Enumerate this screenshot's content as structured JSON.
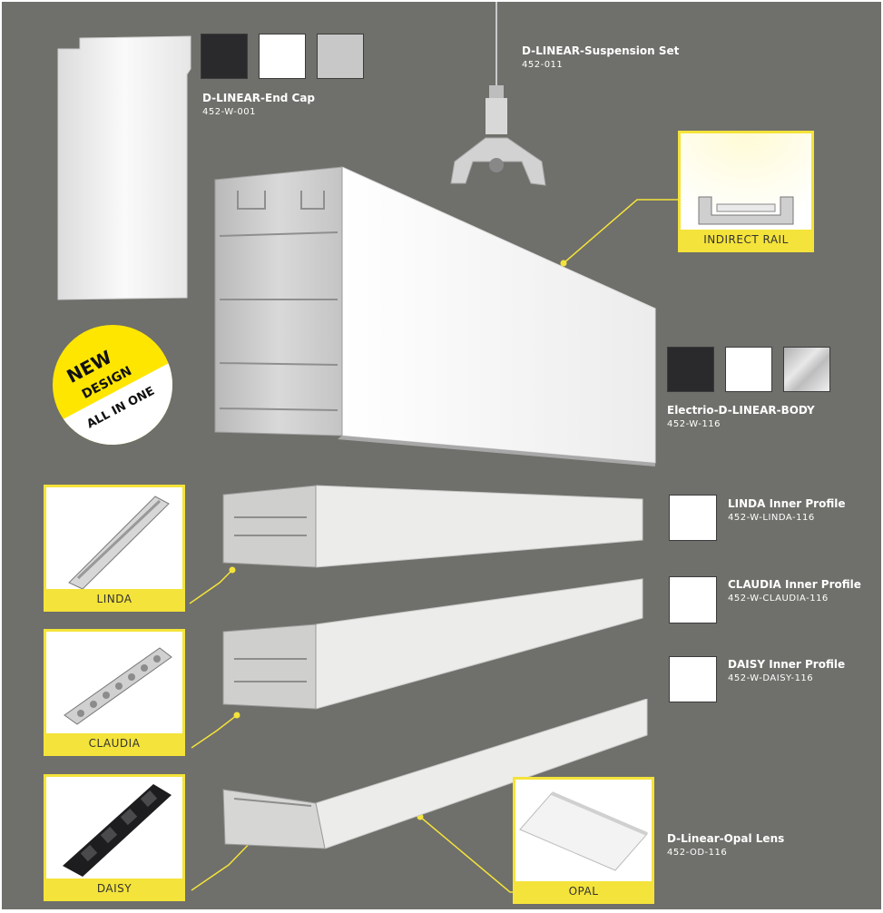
{
  "products": {
    "end_cap": {
      "name": "D-LINEAR-End Cap",
      "code": "452-W-001",
      "swatches": [
        "#2a292c",
        "#ffffff",
        "#c8c8c8"
      ]
    },
    "suspension_set": {
      "name": "D-LINEAR-Suspension Set",
      "code": "452-011"
    },
    "body": {
      "name": "Electrio-D-LINEAR-BODY",
      "code": "452-W-116",
      "swatches": [
        "#2a292c",
        "#ffffff",
        "brushed-aluminium"
      ]
    },
    "linda_profile": {
      "name": "LINDA Inner Profile",
      "code": "452-W-LINDA-116"
    },
    "claudia_profile": {
      "name": "CLAUDIA Inner Profile",
      "code": "452-W-CLAUDIA-116"
    },
    "daisy_profile": {
      "name": "DAISY Inner Profile",
      "code": "452-W-DAISY-116"
    },
    "opal_lens": {
      "name": "D-Linear-Opal Lens",
      "code": "452-OD-116"
    }
  },
  "insets": {
    "indirect_rail": "INDIRECT RAIL",
    "linda": "LINDA",
    "claudia": "CLAUDIA",
    "daisy": "DAISY",
    "opal": "OPAL"
  },
  "badge": {
    "line1": "NEW",
    "line2": "DESIGN",
    "line3": "ALL IN ONE"
  },
  "colors": {
    "background": "#6f6f6b",
    "accent": "#f4e33a",
    "profile": "#e4e4e2"
  }
}
